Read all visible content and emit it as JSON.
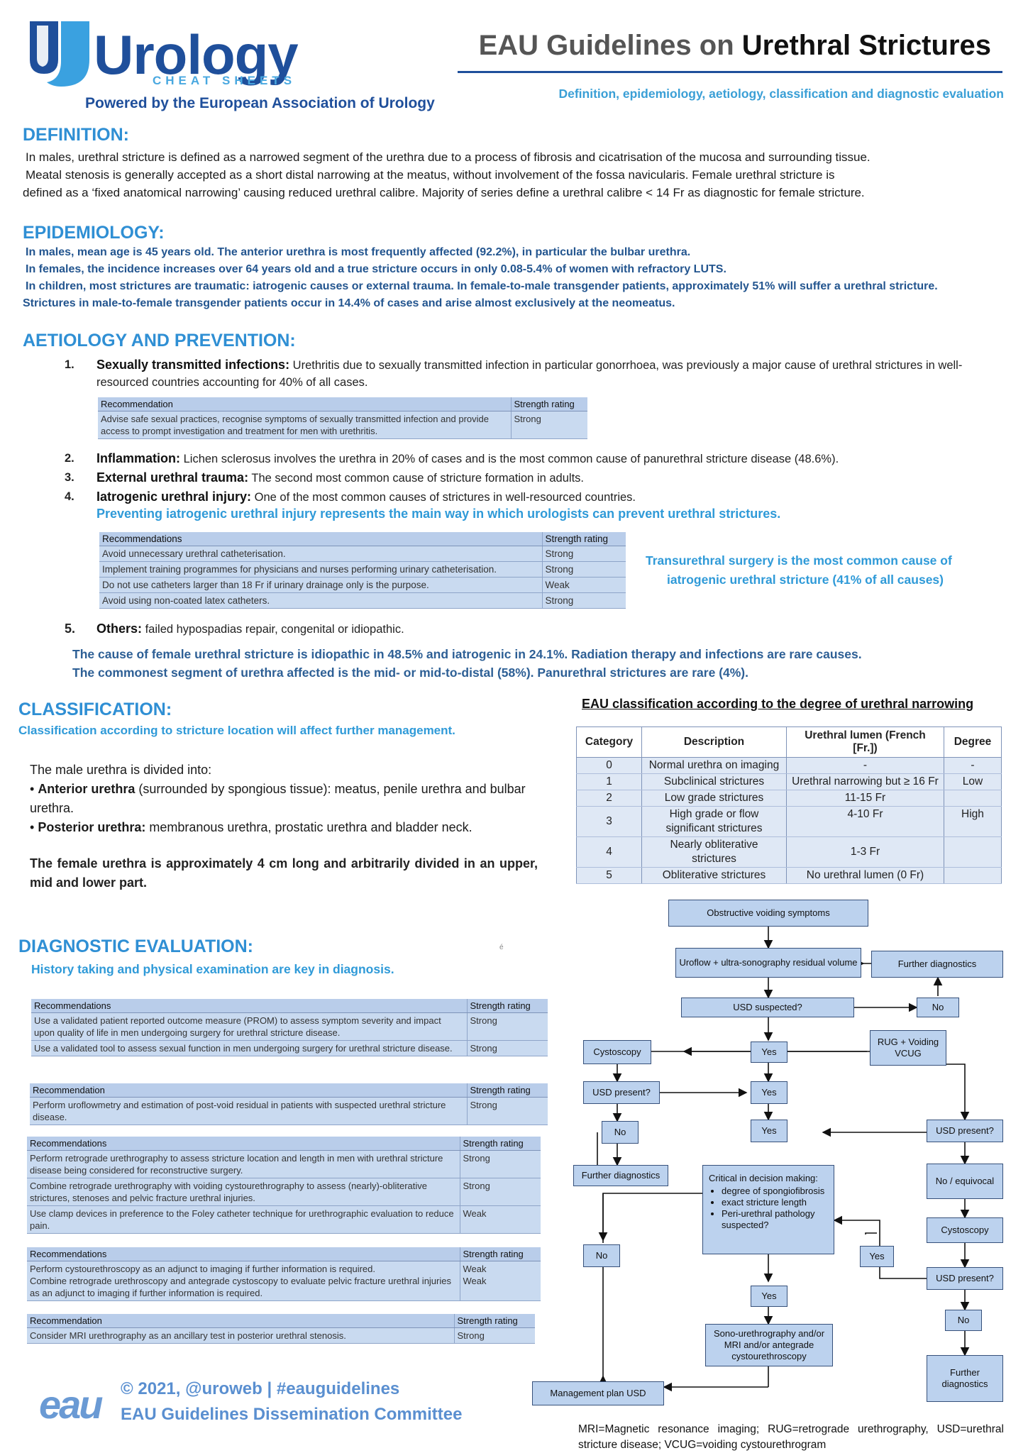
{
  "header": {
    "logo_word": "Urology",
    "logo_sub": "CHEAT SHEETS",
    "powered": "Powered by the European Association of Urology",
    "title_prefix": "EAU Guidelines on",
    "title_bold": "Urethral Strictures",
    "subtitle": "Definition, epidemiology, aetiology, classification and diagnostic evaluation"
  },
  "definition": {
    "heading": "DEFINITION:",
    "lines": [
      "In males, urethral stricture is defined as a narrowed segment of the urethra due to a process of fibrosis and cicatrisation of the mucosa and surrounding tissue.",
      "Meatal stenosis is generally accepted as a short distal narrowing at the meatus, without involvement of the fossa navicularis.  Female urethral stricture is",
      "defined as a ‘fixed anatomical narrowing’ causing reduced urethral calibre. Majority of series define a urethral calibre < 14 Fr as diagnostic for female stricture."
    ]
  },
  "epidemiology": {
    "heading": "EPIDEMIOLOGY:",
    "lines": [
      "In males, mean age is 45 years old. The anterior urethra is most frequently affected (92.2%), in particular the bulbar urethra.",
      "In females,  the incidence increases over 64 years old and a true stricture occurs in only 0.08-5.4% of women with refractory LUTS.",
      "In children, most strictures are traumatic: iatrogenic causes or external trauma. In female-to-male transgender patients, approximately 51% will suffer a urethral stricture.",
      "Strictures in male-to-female transgender patients occur in 14.4% of cases and arise almost exclusively at the neomeatus."
    ]
  },
  "aetiology": {
    "heading": "AETIOLOGY AND PREVENTION:",
    "items": [
      {
        "num": "1.",
        "title": "Sexually transmitted infections:",
        "text": " Urethritis due to sexually transmitted infection in particular gonorrhoea, was previously a major cause of urethral strictures in well-resourced countries accounting for 40% of all cases."
      },
      {
        "num": "2.",
        "title": "Inflammation:",
        "text": " Lichen sclerosus involves the urethra in 20% of cases and is the most common cause of panurethral stricture disease (48.6%)."
      },
      {
        "num": "3.",
        "title": "External urethral trauma:",
        "text": " The second most common cause of stricture formation in adults."
      },
      {
        "num": "4.",
        "title": "Iatrogenic urethral injury:",
        "text": " One of the most common causes of strictures in well-resourced countries."
      },
      {
        "num": "5.",
        "title": "Others:",
        "text": " failed hypospadias repair, congenital or idiopathic."
      }
    ],
    "table1": {
      "h1": "Recommendation",
      "h2": "Strength rating",
      "rows": [
        [
          "Advise safe sexual practices, recognise symptoms of sexually transmitted infection and provide access to prompt investigation and treatment for men with urethritis.",
          "Strong"
        ]
      ]
    },
    "prevent_note": "Preventing iatrogenic urethral injury represents the main way in which urologists can prevent urethral strictures.",
    "table2": {
      "h1": "Recommendations",
      "h2": "Strength rating",
      "rows": [
        [
          "Avoid unnecessary urethral catheterisation.",
          "Strong"
        ],
        [
          "Implement training programmes for physicians and nurses performing urinary catheterisation.",
          "Strong"
        ],
        [
          "Do not use catheters larger than 18 Fr if urinary drainage only is the purpose.",
          "Weak"
        ],
        [
          "Avoid using non-coated latex catheters.",
          "Strong"
        ]
      ]
    },
    "transurethral_note_1": "Transurethral surgery is the most common cause of",
    "transurethral_note_2": "iatrogenic urethral stricture (41% of all causes)",
    "female_note_1": "The cause of female urethral stricture is idiopathic in 48.5% and iatrogenic in 24.1%. Radiation therapy and infections are rare causes.",
    "female_note_2": "The commonest segment of urethra affected is the mid- or mid-to-distal (58%). Panurethral strictures are rare (4%)."
  },
  "classification": {
    "heading": "CLASSIFICATION:",
    "subheading": "Classification according to stricture location will affect further management.",
    "male_intro": "The male urethra is divided into:",
    "anterior_label": "Anterior urethra",
    "anterior_text": " (surrounded by spongious tissue): meatus, penile urethra and bulbar urethra.",
    "posterior_label": "Posterior urethra:",
    "posterior_text": " membranous urethra, prostatic urethra and bladder neck.",
    "female_text": "The female urethra is approximately 4 cm long and arbitrarily divided in an upper, mid and lower part.",
    "table_title": "EAU classification according to the degree of urethral narrowing",
    "table_headers": [
      "Category",
      "Description",
      "Urethral lumen (French [Fr.])",
      "Degree"
    ],
    "table_rows": [
      [
        "0",
        "Normal urethra on imaging",
        "-",
        "-"
      ],
      [
        "1",
        "Subclinical strictures",
        "Urethral narrowing but ≥ 16 Fr",
        "Low"
      ],
      [
        "2",
        "Low grade strictures",
        "11-15 Fr",
        ""
      ],
      [
        "3",
        "High grade or flow significant strictures",
        "4-10 Fr",
        "High"
      ],
      [
        "4",
        "Nearly obliterative strictures",
        "1-3 Fr",
        ""
      ],
      [
        "5",
        "Obliterative strictures",
        "No urethral lumen (0 Fr)",
        ""
      ]
    ]
  },
  "diagnostic": {
    "heading": "DIAGNOSTIC EVALUATION:",
    "subheading": "History taking and physical examination are key in diagnosis.",
    "marker": "é",
    "tables": [
      {
        "h1": "Recommendations",
        "h2": "Strength rating",
        "rows": [
          [
            "Use a validated patient reported outcome measure (PROM) to assess symptom severity and impact upon quality of life in men undergoing surgery for urethral stricture disease.",
            "Strong"
          ],
          [
            "Use a validated tool to assess sexual function in men undergoing surgery for urethral stricture disease.",
            "Strong"
          ]
        ]
      },
      {
        "h1": "Recommendation",
        "h2": "Strength rating",
        "rows": [
          [
            "Perform uroflowmetry and estimation of post-void residual in patients with suspected urethral stricture disease.",
            "Strong"
          ]
        ]
      },
      {
        "h1": "Recommendations",
        "h2": "Strength rating",
        "rows": [
          [
            "Perform retrograde urethrography to assess stricture location and length in men with urethral stricture disease being considered for reconstructive surgery.",
            "Strong"
          ],
          [
            "Combine retrograde urethrography with voiding cystourethrography to assess (nearly)-obliterative strictures, stenoses and pelvic fracture urethral injuries.",
            "Strong"
          ],
          [
            "Use clamp devices in preference to the Foley catheter technique for urethrographic evaluation to reduce pain.",
            "Weak"
          ]
        ]
      },
      {
        "h1": "Recommendations",
        "h2": "Strength rating",
        "rows": [
          [
            "Perform cystourethroscopy as an adjunct to imaging if further information is required.\nCombine retrograde urethroscopy and antegrade cystoscopy to evaluate pelvic fracture urethral injuries as an adjunct to imaging if further information is required.",
            "Weak\nWeak"
          ]
        ]
      },
      {
        "h1": "Recommendation",
        "h2": "Strength rating",
        "rows": [
          [
            "Consider MRI urethrography as an ancillary test in posterior urethral stenosis.",
            "Strong"
          ]
        ]
      }
    ]
  },
  "flowchart": {
    "obstructive": "Obstructive voiding symptoms",
    "uroflow": "Uroflow + ultra-sonography residual volume",
    "further_diag_top": "Further diagnostics",
    "usd_suspected": "USD suspected?",
    "no_top": "No",
    "cystoscopy_left": "Cystoscopy",
    "yes1": "Yes",
    "rug": "RUG + Voiding VCUG",
    "usd_present_left": "USD present?",
    "yes2": "Yes",
    "no_left": "No",
    "yes3": "Yes",
    "usd_present_right": "USD present?",
    "further_diag_left": "Further diagnostics",
    "critical_title": "Critical in decision making:",
    "critical_items": [
      "degree of spongiofibrosis",
      "exact stricture length",
      "Peri-urethral pathology suspected?"
    ],
    "no_equivocal": "No / equivocal",
    "cystoscopy_right": "Cystoscopy",
    "no_mid": "No",
    "yes_mid": "Yes",
    "usd_present_right2": "USD present?",
    "yes_low": "Yes",
    "no_right": "No",
    "sono": "Sono-urethrography and/or MRI and/or antegrade cystourethroscopy",
    "further_diag_right": "Further diagnostics",
    "management": "Management plan USD"
  },
  "footer": {
    "logo": "eau",
    "line1": "© 2021, @uroweb | #eauguidelines",
    "line2": "EAU Guidelines Dissemination Committee",
    "legend": "MRI=Magnetic resonance imaging; RUG=retrograde urethrography, USD=urethral stricture disease; VCUG=voiding cystourethrogram"
  },
  "colors": {
    "brand": "#1f4f9b",
    "accent": "#2f8fd4",
    "box": "#bcd2ee"
  }
}
